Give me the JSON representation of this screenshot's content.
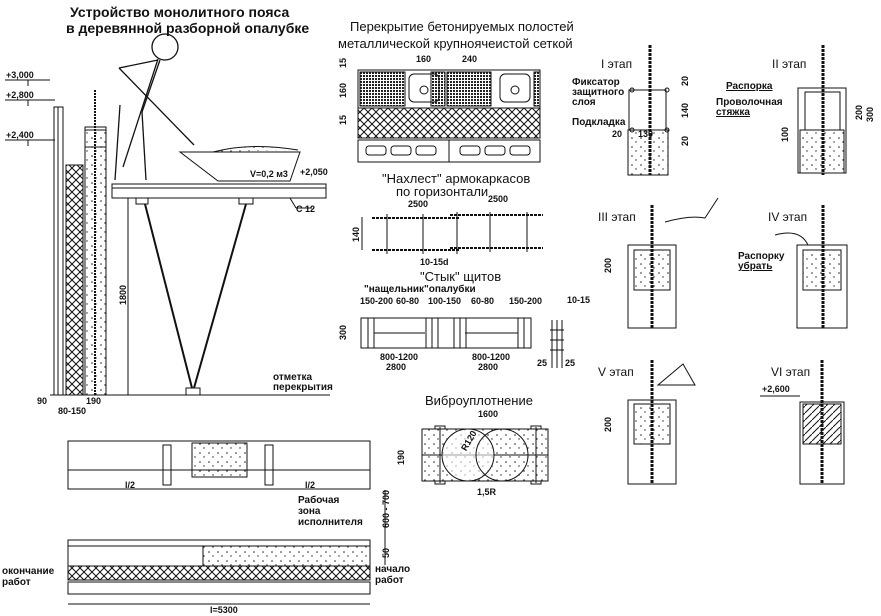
{
  "main_section": {
    "title_line1": "Устройство монолитного пояса",
    "title_line2": "в деревянной разборной опалубке",
    "levels": [
      "+3,000",
      "+2,800",
      "+2,400",
      "+2,050"
    ],
    "volume_label": "V=0,2 м3",
    "beam_label": "С 12",
    "height_dim": "1800",
    "floor_mark_line1": "отметка",
    "floor_mark_line2": "перекрытия",
    "wall_dims": [
      "90",
      "80-150",
      "190"
    ]
  },
  "mesh_section": {
    "title_line1": "Перекрытие бетонируемых полостей",
    "title_line2": "металлической крупноячеистой сеткой",
    "dims_top": [
      "160",
      "240"
    ],
    "dims_side": [
      "15",
      "160",
      "15"
    ]
  },
  "overlap_section": {
    "title_line1": "\"Нахлест\" армокаркасов",
    "title_line2": "по горизонтали",
    "dims": [
      "2500",
      "2500",
      "140",
      "10-15d"
    ]
  },
  "joint_section": {
    "title": "\"Стык\" щитов",
    "subtitle": "\"нащельник\"опалубки",
    "dims_top": [
      "150-200",
      "60-80",
      "100-150",
      "60-80",
      "150-200"
    ],
    "dims_bottom": [
      "800-1200",
      "800-1200",
      "2800",
      "2800"
    ],
    "height": "300",
    "detail_dims": [
      "10-15",
      "25",
      "25"
    ]
  },
  "vibro_section": {
    "title": "Виброуплотнение",
    "dims": [
      "1600",
      "190",
      "R120",
      "1,5R"
    ]
  },
  "plan_section": {
    "half_labels": [
      "l/2",
      "l/2"
    ],
    "work_zone_line1": "Рабочая",
    "work_zone_line2": "зона",
    "work_zone_line3": "исполнителя",
    "zone_dim": "600 - 700",
    "layer_dim": "50",
    "end_line1": "окончание",
    "end_line2": "работ",
    "start_line1": "начало",
    "start_line2": "работ",
    "length": "l=5300"
  },
  "stages": [
    {
      "label": "I этап",
      "notes": [
        "Фиксатор",
        "защитного",
        "слоя",
        "Подкладка"
      ],
      "dims": [
        "20",
        "140",
        "20",
        "20",
        "130"
      ]
    },
    {
      "label": "II этап",
      "notes": [
        "Распорка",
        "Проволочная",
        "стяжка"
      ],
      "dims": [
        "200",
        "300",
        "100"
      ]
    },
    {
      "label": "III этап",
      "notes": [],
      "dims": [
        "200"
      ]
    },
    {
      "label": "IV этап",
      "notes": [
        "Распорку",
        "убрать"
      ],
      "dims": []
    },
    {
      "label": "V этап",
      "notes": [],
      "dims": [
        "200"
      ]
    },
    {
      "label": "VI этап",
      "notes": [],
      "dims": [
        "+2,600"
      ]
    }
  ]
}
